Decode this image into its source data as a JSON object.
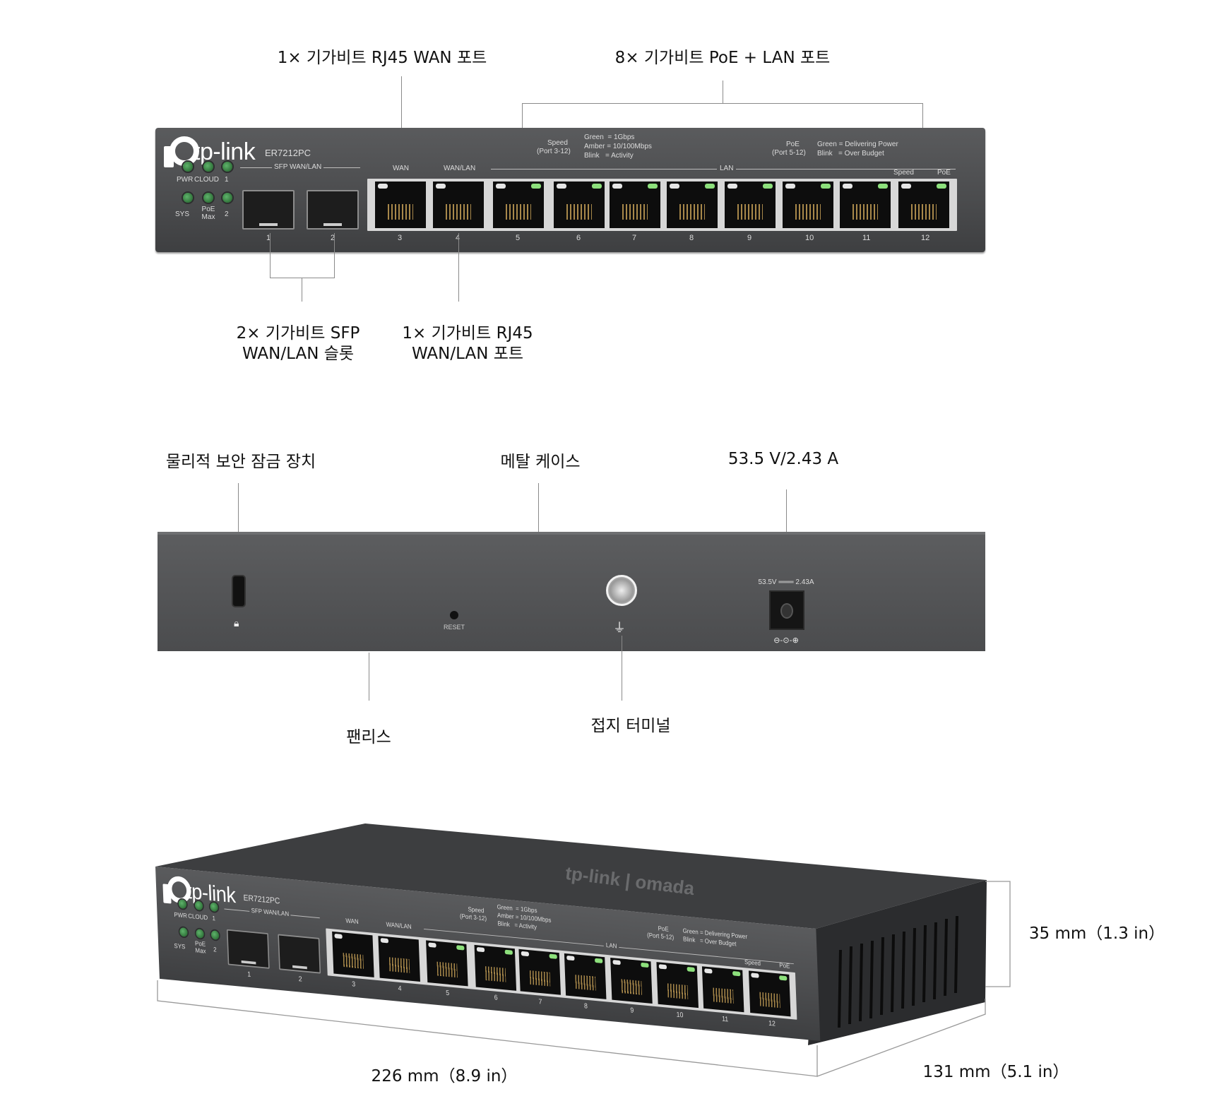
{
  "front_callouts": {
    "wan_port": "1× 기가비트 RJ45 WAN 포트",
    "poe_lan_ports": "8× 기가비트 PoE + LAN 포트",
    "sfp_slots_line1": "2× 기가비트 SFP",
    "sfp_slots_line2": "WAN/LAN 슬롯",
    "wanlan_port_line1": "1× 기가비트 RJ45",
    "wanlan_port_line2": "WAN/LAN 포트"
  },
  "panel": {
    "brand": "tp-link",
    "model": "ER7212PC",
    "led_labels_top": [
      "PWR",
      "CLOUD",
      "1"
    ],
    "led_labels_bottom": [
      "SYS",
      "PoE Max",
      "2"
    ],
    "sfp_group_label": "SFP WAN/LAN",
    "wan_label": "WAN",
    "wanlan_label": "WAN/LAN",
    "lan_label": "LAN",
    "speed_legend": {
      "title": "Speed",
      "range": "(Port 3-12)",
      "lines": [
        "Green  = 1Gbps",
        "Amber = 10/100Mbps",
        "Blink   = Activity"
      ]
    },
    "poe_legend": {
      "title": "PoE",
      "range": "(Port 5-12)",
      "lines": [
        "Green = Delivering Power",
        "Blink   = Over Budget"
      ]
    },
    "speed_led_label": "Speed",
    "poe_led_label": "PoE",
    "sfp_ports": [
      "1",
      "2"
    ],
    "rj45_ports": [
      "3",
      "4",
      "5",
      "6",
      "7",
      "8",
      "9",
      "10",
      "11",
      "12"
    ]
  },
  "back_callouts": {
    "lock": "물리적 보안 잠금 장치",
    "metal_case": "메탈 케이스",
    "power": "53.5 V/2.43 A",
    "fanless": "팬리스",
    "ground": "접지 터미널"
  },
  "back_panel": {
    "reset_label": "RESET",
    "power_rating": "53.5V ═══ 2.43A",
    "polarity_symbol": "⊖-⊙-⊕"
  },
  "top_logo": "tp-link | omada",
  "dimensions": {
    "height": "35 mm（1.3 in）",
    "width": "226 mm（8.9 in）",
    "depth": "131 mm（5.1 in）"
  }
}
